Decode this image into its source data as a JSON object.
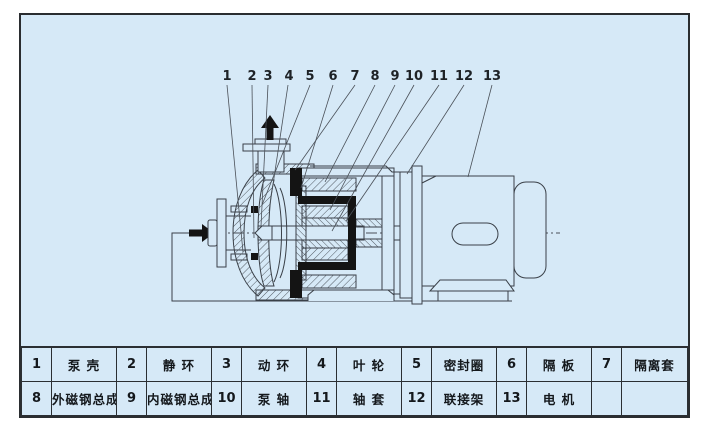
{
  "frame": {
    "background_color": "#d6e9f7",
    "border_color": "#2a2d30",
    "line_color": "#3a4048",
    "solid_fill_color": "#141414"
  },
  "diagram": {
    "title": "magnetic-drive-pump-cross-section",
    "callout_labels": [
      "1",
      "2",
      "3",
      "4",
      "5",
      "6",
      "7",
      "8",
      "9",
      "10",
      "11",
      "12",
      "13"
    ],
    "flow_arrows": [
      {
        "name": "inlet-flow-arrow",
        "direction": "right"
      },
      {
        "name": "outlet-flow-arrow",
        "direction": "up"
      }
    ]
  },
  "parts_table": {
    "rows": [
      {
        "cells": [
          {
            "no": "1",
            "name": "泵 壳"
          },
          {
            "no": "2",
            "name": "静 环"
          },
          {
            "no": "3",
            "name": "动 环"
          },
          {
            "no": "4",
            "name": "叶 轮"
          },
          {
            "no": "5",
            "name": "密封圈"
          },
          {
            "no": "6",
            "name": "隔 板"
          },
          {
            "no": "7",
            "name": "隔离套"
          }
        ]
      },
      {
        "cells": [
          {
            "no": "8",
            "name": "外磁钢总成"
          },
          {
            "no": "9",
            "name": "内磁钢总成"
          },
          {
            "no": "10",
            "name": "泵 轴"
          },
          {
            "no": "11",
            "name": "轴 套"
          },
          {
            "no": "12",
            "name": "联接架"
          },
          {
            "no": "13",
            "name": "电 机"
          },
          {
            "no": "",
            "name": ""
          }
        ]
      }
    ]
  }
}
